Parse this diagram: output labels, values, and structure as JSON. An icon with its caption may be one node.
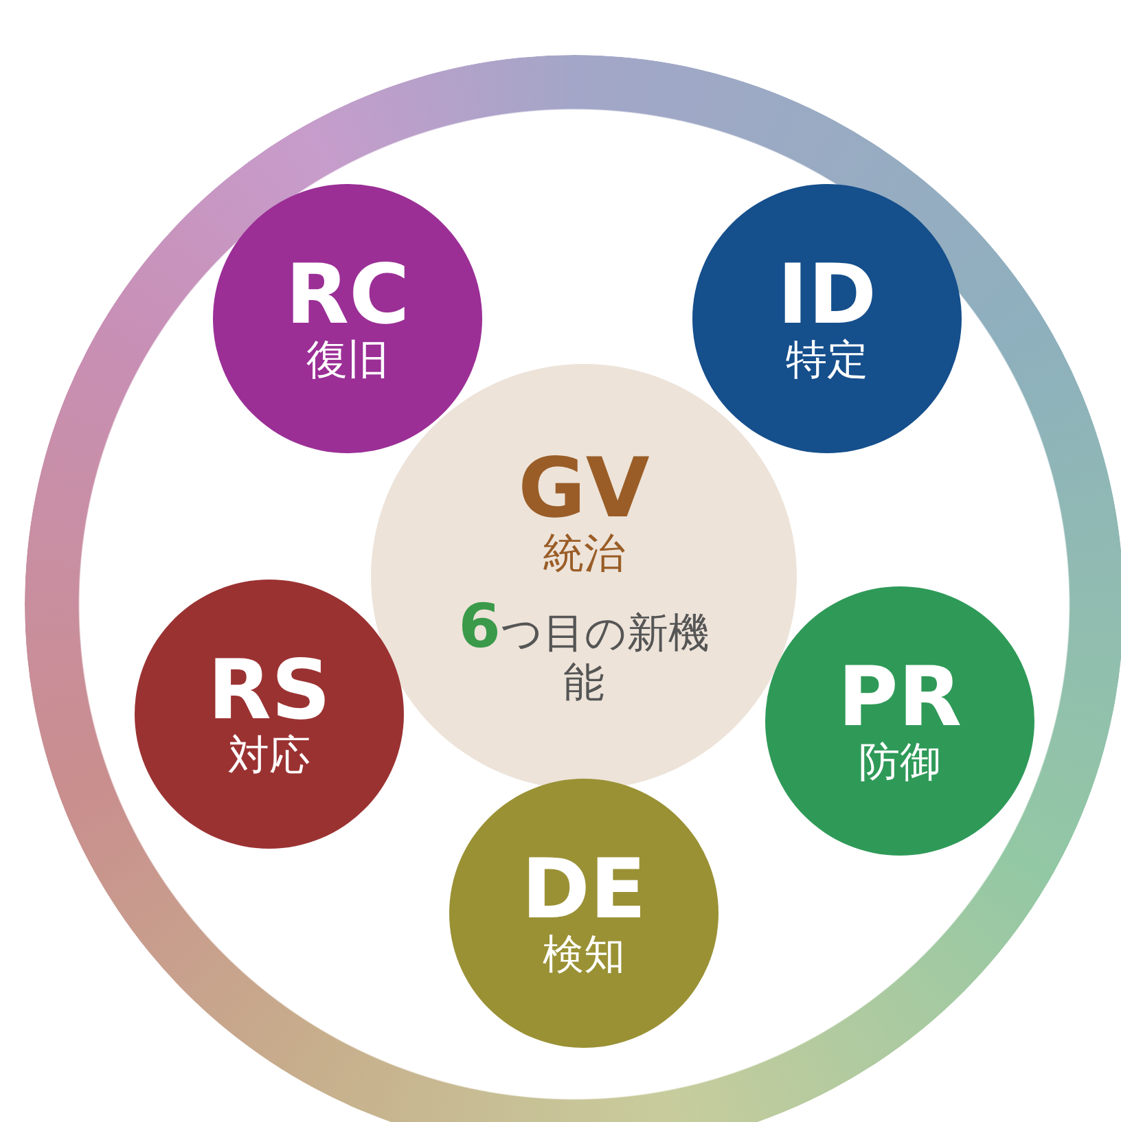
{
  "diagram": {
    "nodes": [
      {
        "text": [
          "RC",
          "復旧"
        ]
      },
      {
        "text": [
          "ID",
          "特定"
        ]
      },
      {
        "text": [
          "GV",
          "統治",
          "**6**つ目の新機能"
        ]
      },
      {
        "text": [
          "RS",
          "対応"
        ]
      },
      {
        "text": [
          "PR",
          "防御"
        ]
      },
      {
        "text": [
          "DE",
          "検知"
        ]
      }
    ]
  }
}
